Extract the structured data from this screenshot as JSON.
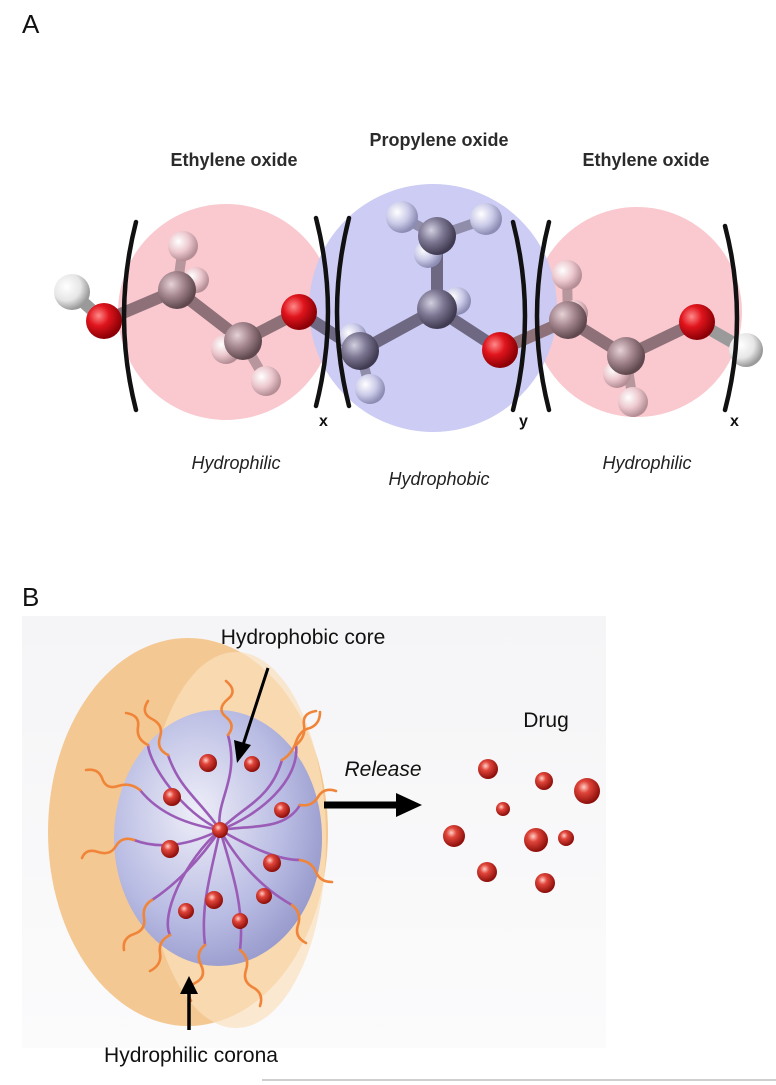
{
  "panel_a": {
    "label": "A",
    "groups": [
      {
        "title": "Ethylene oxide",
        "subscript": "x",
        "property": "Hydrophilic"
      },
      {
        "title": "Propylene oxide",
        "subscript": "y",
        "property": "Hydrophobic"
      },
      {
        "title": "Ethylene oxide",
        "subscript": "x",
        "property": "Hydrophilic"
      }
    ]
  },
  "panel_b": {
    "label": "B",
    "core_label": "Hydrophobic core",
    "corona_label": "Hydrophilic corona",
    "release_label": "Release",
    "drug_label": "Drug"
  },
  "colors": {
    "ethylene_region": "#f9c9cf",
    "propylene_region": "#c9c9f3",
    "oxygen": "#d10a12",
    "carbon_eo": "#9b7e86",
    "hydrogen_eo": "#e9c9cf",
    "carbon_po": "#76708a",
    "hydrogen_po": "#c8c8e6",
    "corona": "#f3c48b",
    "core": "#b9bde6",
    "drug": "#d22a2a",
    "chain_orange": "#f0853a",
    "chain_purple": "#9a5cb6"
  }
}
